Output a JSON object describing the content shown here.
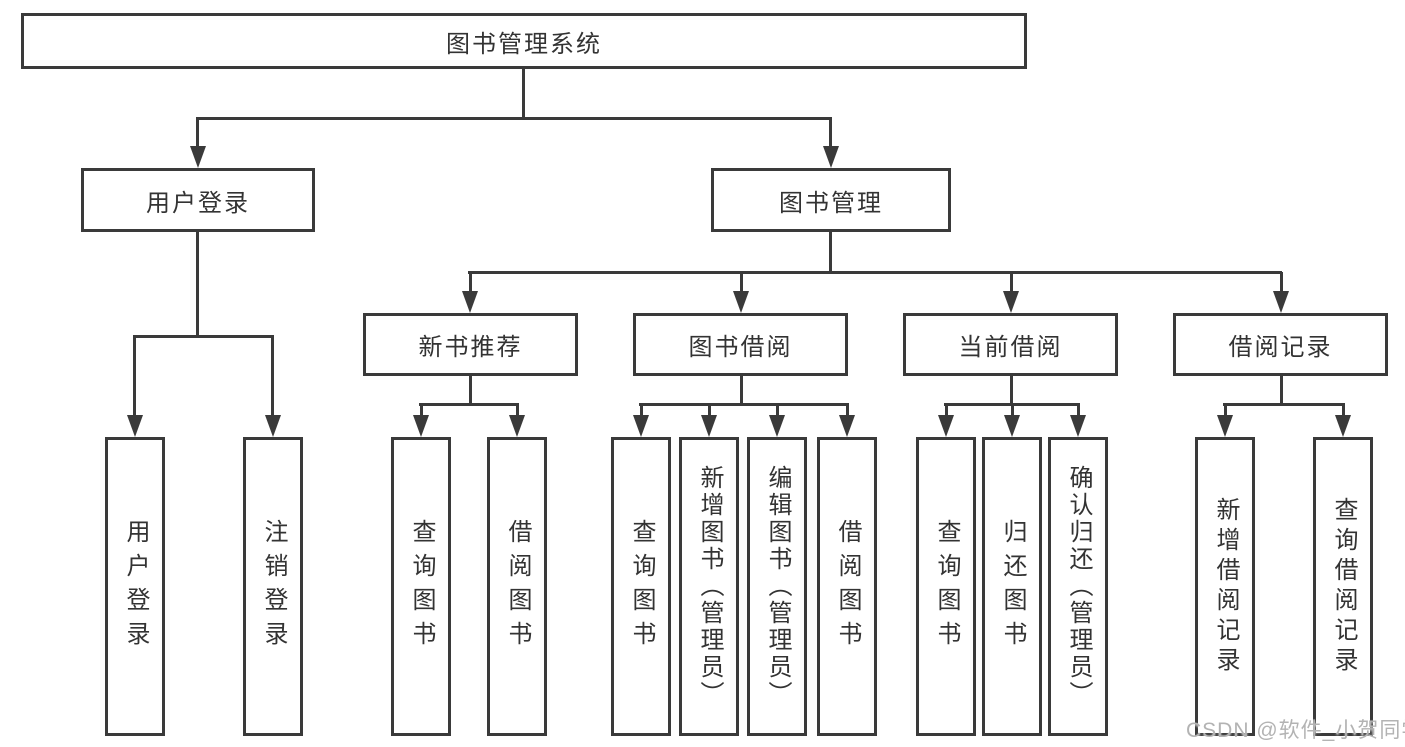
{
  "diagram": {
    "root": {
      "label": "图书管理系统"
    },
    "level2": [
      {
        "label": "用户登录"
      },
      {
        "label": "图书管理"
      }
    ],
    "level3": [
      {
        "label": "新书推荐"
      },
      {
        "label": "图书借阅"
      },
      {
        "label": "当前借阅"
      },
      {
        "label": "借阅记录"
      }
    ],
    "leaves": [
      {
        "label": "用户登录"
      },
      {
        "label": "注销登录"
      },
      {
        "label": "查询图书"
      },
      {
        "label": "借阅图书"
      },
      {
        "label": "查询图书"
      },
      {
        "label": "新增图书（管理员）"
      },
      {
        "label": "编辑图书（管理员）"
      },
      {
        "label": "借阅图书"
      },
      {
        "label": "查询图书"
      },
      {
        "label": "归还图书"
      },
      {
        "label": "确认归还（管理员）"
      },
      {
        "label": "新增借阅记录"
      },
      {
        "label": "查询借阅记录"
      }
    ],
    "watermark": "CSDN @软件_小贺同学",
    "colors": {
      "line": "#3a3a3a",
      "text": "#333333",
      "background": "#ffffff",
      "watermark": "#b3b3b3"
    }
  }
}
